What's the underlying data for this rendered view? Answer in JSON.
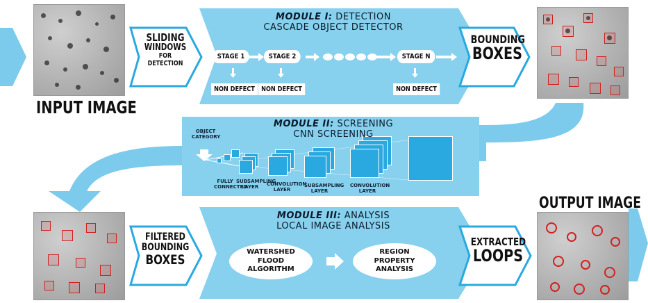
{
  "images": {
    "input_caption": "INPUT IMAGE",
    "output_caption": "OUTPUT IMAGE"
  },
  "labels": {
    "sliding_line1": "SLIDING",
    "sliding_line2": "WINDOWS",
    "sliding_line3": "FOR DETECTION",
    "bounding_line1": "BOUNDING",
    "bounding_line2": "BOXES",
    "filtered_line1": "FILTERED",
    "filtered_line2": "BOUNDING",
    "filtered_line3": "BOXES",
    "extracted_line1": "EXTRACTED",
    "extracted_line2": "LOOPS"
  },
  "module1": {
    "title_bold": "MODULE I:",
    "title_rest": " DETECTION",
    "subtitle": "CASCADE OBJECT DETECTOR",
    "stages": [
      "STAGE 1",
      "STAGE 2",
      "STAGE N"
    ],
    "non_defect": "NON DEFECT"
  },
  "module2": {
    "title_bold": "MODULE II:",
    "title_rest": " SCREENING",
    "subtitle": "CNN SCREENING",
    "object_category": "OBJECT CATEGORY",
    "layers": {
      "fully_connected": "FULLY CONNECTED",
      "subsampling1": "SUBSAMPLING LAYER",
      "convolution1": "CONVOLUTION LAYER",
      "subsampling2": "SUBSAMPLING LAYER",
      "convolution2": "CONVOLUTION LAYER"
    }
  },
  "module3": {
    "title_bold": "MODULE III:",
    "title_rest": " ANALYSIS",
    "subtitle": "LOCAL IMAGE ANALYSIS",
    "step1": "WATERSHED FLOOD ALGORITHM",
    "step2": "REGION PROPERTY ANALYSIS"
  },
  "colors": {
    "panel": "#87d1ee",
    "panel_dark": "#5bbde6",
    "accent": "#2aa8e0",
    "box_red": "#d31f1f"
  }
}
